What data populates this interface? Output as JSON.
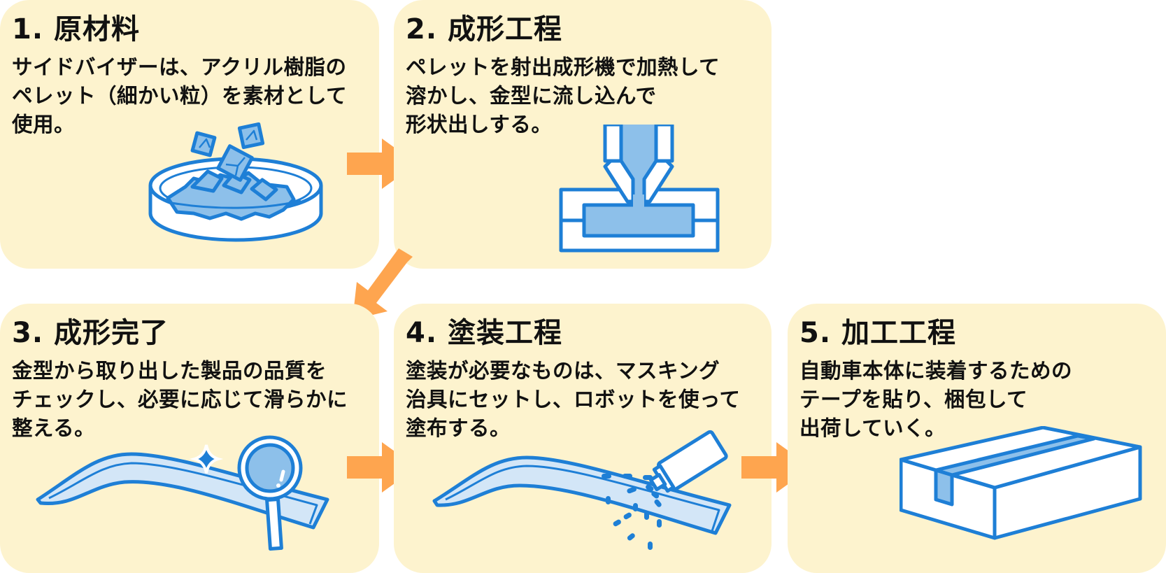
{
  "steps": [
    {
      "number": "1.",
      "title": "1. 原材料",
      "description": "サイドバイザーは、アクリル樹脂の\nペレット（細かい粒）を素材として\n使用。",
      "illustration": "pellet-dish-icon"
    },
    {
      "number": "2.",
      "title": "2. 成形工程",
      "description": "ペレットを射出成形機で加熱して\n溶かし、金型に流し込んで\n形状出しする。",
      "illustration": "injection-mold-icon"
    },
    {
      "number": "3.",
      "title": "3. 成形完了",
      "description": "金型から取り出した製品の品質を\nチェックし、必要に応じて滑らかに\n整える。",
      "illustration": "visor-magnifier-icon"
    },
    {
      "number": "4.",
      "title": "4. 塗装工程",
      "description": "塗装が必要なものは、マスキング\n治具にセットし、ロボットを使って\n塗布する。",
      "illustration": "visor-spray-icon"
    },
    {
      "number": "5.",
      "title": "5. 加工工程",
      "description": "自動車本体に装着するための\nテープを貼り、梱包して\n出荷していく。",
      "illustration": "shipping-box-icon"
    }
  ],
  "flow": [
    "1→2",
    "2→3",
    "3→4",
    "4→5"
  ],
  "colors": {
    "card_bg": "#fdf3ce",
    "arrow": "#fea54f",
    "line_blue": "#1e7fd6",
    "fill_blue": "#8dc0ea",
    "fill_light_blue": "#d3e6f7"
  }
}
